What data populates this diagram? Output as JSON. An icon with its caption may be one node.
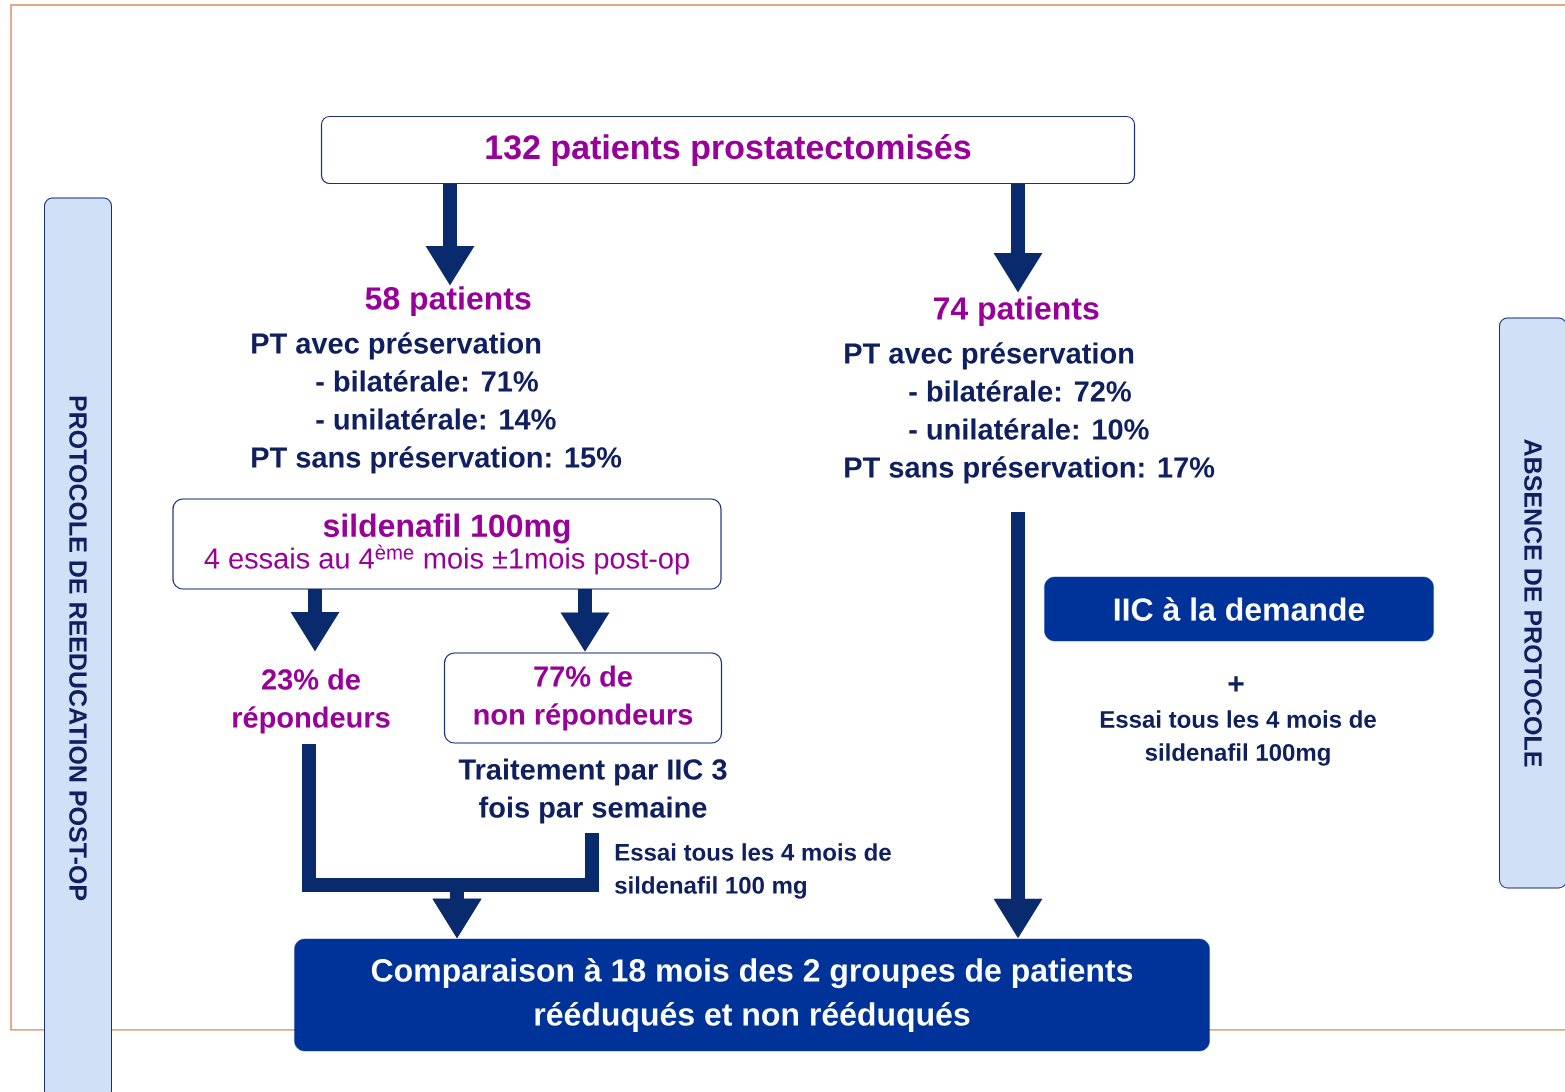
{
  "diagram": {
    "nodes": [
      {
        "text": [
          "132 patients prostatectomisés"
        ]
      },
      {
        "text": [
          "58 patients",
          "PT avec préservation",
          "- bilatérale: 71%",
          "- unilatérale: 14%",
          "PT sans préservation: 15%"
        ]
      },
      {
        "text": [
          "74 patients",
          "PT avec préservation",
          "- bilatérale: 72%",
          "- unilatérale: 10%",
          "PT sans préservation: 17%"
        ]
      },
      {
        "text": [
          "sildenafil 100mg",
          "4 essais au 4$^{ème}$ mois ±1mois post-op"
        ]
      },
      {
        "text": [
          "23% de répondeurs"
        ]
      },
      {
        "text": [
          "77% de non répondeurs"
        ],
        "beside": [
          "Traitement par IIC 3 fois par semaine"
        ]
      },
      {
        "text": [
          "IIC à la demande"
        ],
        "beside": [
          "+",
          "Essai tous les 4 mois de sildenafil 100mg"
        ]
      },
      {
        "text": [
          "Comparaison à 18 mois des 2 groupes de patients rééduqués et non rééduqués"
        ]
      },
      {
        "text": [
          "PROTOCOLE DE REEDUCATION POST-OP"
        ]
      },
      {
        "text": [
          "ABSENCE DE PROTOCOLE"
        ]
      }
    ],
    "edges": [
      {
        "from": 0,
        "to": 1,
        "arrow": "to"
      },
      {
        "from": 0,
        "to": 2,
        "arrow": "to"
      },
      {
        "from": 3,
        "to": 4,
        "arrow": "to"
      },
      {
        "from": 3,
        "to": 5,
        "arrow": "to"
      },
      {
        "from": 4,
        "to": 7,
        "arrow": "to"
      },
      {
        "from": 5,
        "to": 7,
        "arrow": "to",
        "label": "Essai tous les 4 mois de sildenafil 100 mg"
      },
      {
        "from": 2,
        "to": 7,
        "arrow": "to"
      }
    ]
  }
}
